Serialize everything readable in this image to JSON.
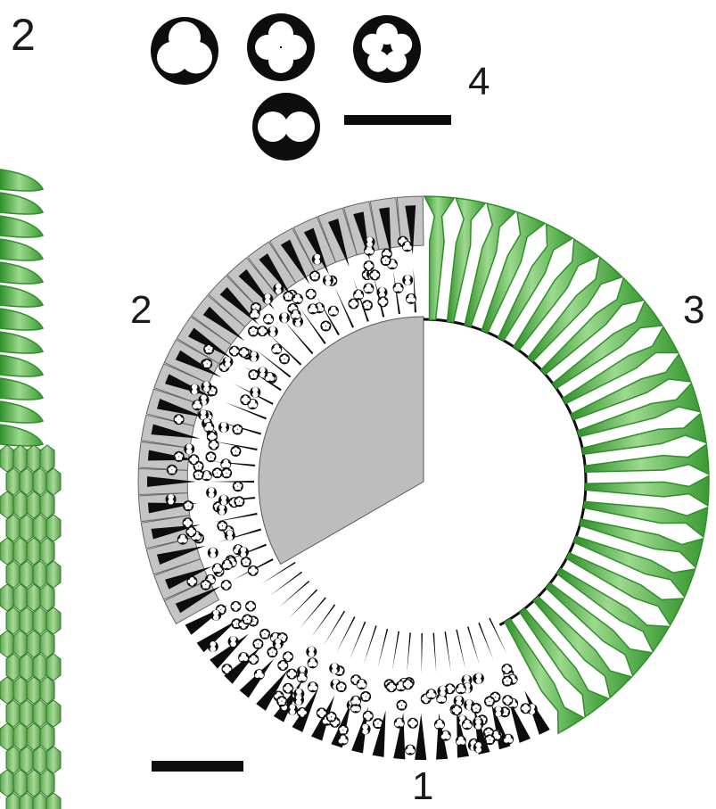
{
  "panel_label": "2",
  "region_labels": {
    "black_sector": "1",
    "gray_sector": "2",
    "green_sector": "3",
    "inset": "4"
  },
  "colors": {
    "ink": "#0d0d0d",
    "gray_cell": "#c4c4c4",
    "gray_core": "#bdbdbd",
    "green_dark": "#2f8f2a",
    "green_mid": "#57b44c",
    "green_light": "#c5e8b5"
  },
  "inset_pore_types": [
    {
      "openings": 3
    },
    {
      "openings": 4
    },
    {
      "openings": 5
    },
    {
      "openings": 2
    }
  ],
  "sector_angles_deg": {
    "green_from": -90,
    "green_to": 155,
    "black_from": 155,
    "black_to": 240,
    "gray_from": 240,
    "gray_to": 270
  },
  "icons": [
    "granule-icon",
    "scale-bar"
  ]
}
